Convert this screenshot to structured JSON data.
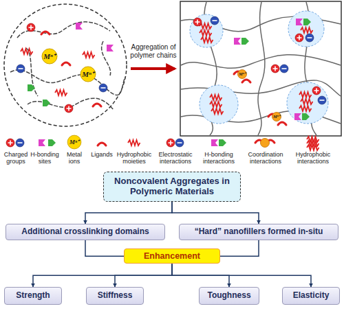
{
  "diagram": {
    "nodes": [
      {
        "text": [
          "Noncovalent Aggregates in Polymeric Materials"
        ]
      },
      {
        "text": [
          "Additional crosslinking domains"
        ]
      },
      {
        "text": [
          "“Hard” nanofillers formed in-situ"
        ]
      },
      {
        "text": [
          "Enhancement"
        ]
      },
      {
        "text": [
          "Strength"
        ]
      },
      {
        "text": [
          "Stiffness"
        ]
      },
      {
        "text": [
          "Toughness"
        ]
      },
      {
        "text": [
          "Elasticity"
        ]
      }
    ],
    "edges": [
      {
        "from": 0,
        "to": 1,
        "arrow": "to"
      },
      {
        "from": 0,
        "to": 2,
        "arrow": "to"
      },
      {
        "from": 1,
        "to": 3,
        "arrow": "none"
      },
      {
        "from": 2,
        "to": 3,
        "arrow": "none"
      },
      {
        "from": 3,
        "to": 4,
        "arrow": "to"
      },
      {
        "from": 3,
        "to": 5,
        "arrow": "to"
      },
      {
        "from": 3,
        "to": 6,
        "arrow": "to"
      },
      {
        "from": 3,
        "to": 7,
        "arrow": "to"
      }
    ],
    "labels": [
      "Aggregation of polymer chains",
      "Mⁿ⁺",
      "Mⁿ⁺",
      "Mⁿ⁺",
      "Mⁿ⁺",
      "Mⁿ⁺"
    ],
    "legend": [
      {
        "text": "Charged groups"
      },
      {
        "text": "H-bonding sites"
      },
      {
        "text": "Metal ions"
      },
      {
        "text": "Ligands"
      },
      {
        "text": "Hydrophobic moieties"
      },
      {
        "text": "Electrostatic interactions"
      },
      {
        "text": "H-bonding interactions"
      },
      {
        "text": "Coordination interactions"
      },
      {
        "text": "Hydrophobic interactions"
      }
    ]
  }
}
